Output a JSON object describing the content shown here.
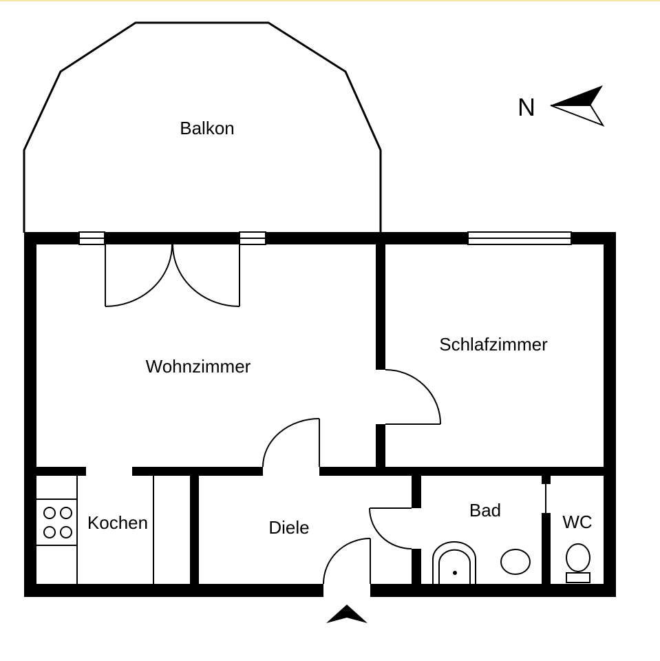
{
  "rooms": {
    "balkon": "Balkon",
    "wohnzimmer": "Wohnzimmer",
    "schlafzimmer": "Schlafzimmer",
    "kochen": "Kochen",
    "diele": "Diele",
    "bad": "Bad",
    "wc": "WC"
  },
  "compass": {
    "label": "N"
  },
  "colors": {
    "wall": "#000000",
    "background": "#ffffff",
    "top_border": "#f5e6a8"
  }
}
